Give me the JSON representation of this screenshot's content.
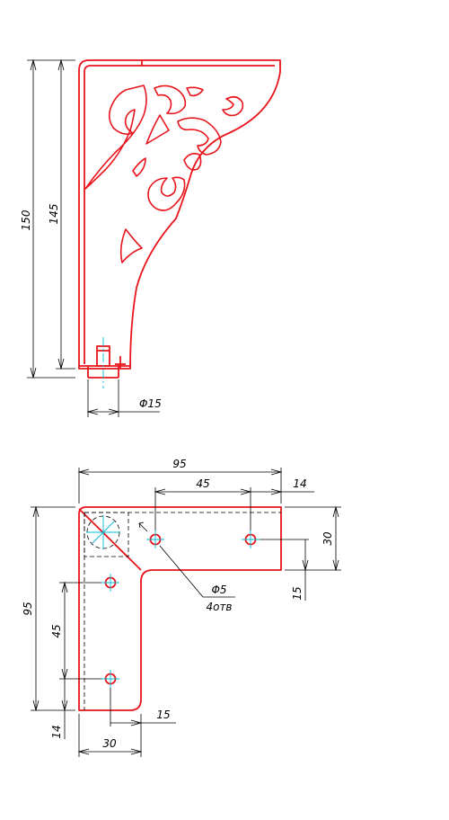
{
  "colors": {
    "outline": "#e8141c",
    "dimension": "#000000",
    "centerline": "#00bcd4",
    "hidden": "#000000"
  },
  "side_view": {
    "dims": {
      "height_total": "150",
      "height_inner": "145",
      "diameter_pin": "Φ15"
    }
  },
  "top_view": {
    "dims": {
      "width_total": "95",
      "hole_spacing_top": "45",
      "offset_right": "14",
      "height_total": "95",
      "hole_spacing_left": "45",
      "offset_bottom": "14",
      "leg_width": "30",
      "hole_offset_bottom": "15",
      "arm_height": "30",
      "hole_offset_right": "15",
      "hole_diameter": "Φ5",
      "hole_count_note": "4отв"
    }
  }
}
